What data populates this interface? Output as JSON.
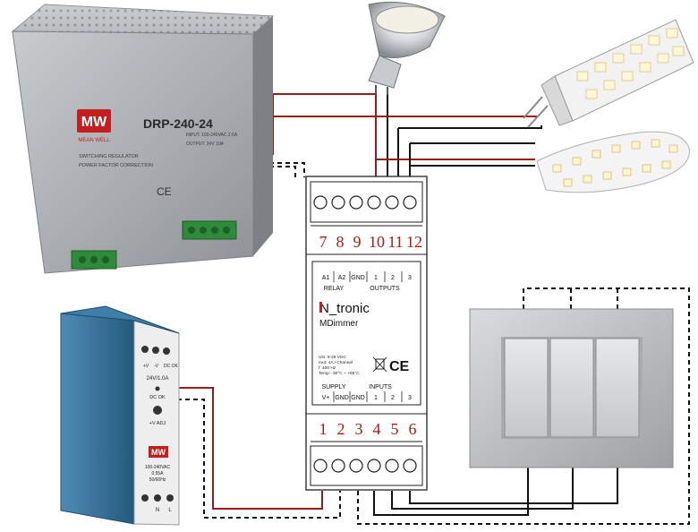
{
  "psu_large": {
    "brand": "MW",
    "brand_sub": "MEAN WELL",
    "model": "DRP-240-24",
    "line1": "SWITCHING REGULATOR",
    "line2": "POWER FACTOR CORRECTION",
    "input_label": "INPUT: 100-240VAC 2.5A",
    "output_label": "OUTPUT: 24V 10A"
  },
  "psu_small": {
    "labels": [
      "+V",
      "-V",
      "DC OK"
    ],
    "rating": "24V/1.0A",
    "dc_ok": "DC OK",
    "adj": "+V ADJ",
    "brand": "MW",
    "input": "100-240VAC",
    "current": "0.55A",
    "freq": "50/60Hz",
    "n_label": "N",
    "l_label": "L"
  },
  "module": {
    "top_terminals": [
      "7",
      "8",
      "9",
      "10",
      "11",
      "12"
    ],
    "bottom_terminals": [
      "1",
      "2",
      "3",
      "4",
      "5",
      "6"
    ],
    "top_labels": [
      "A1",
      "A2",
      "GND",
      "1",
      "2",
      "3"
    ],
    "relay_label": "RELAY",
    "outputs_label": "OUTPUTS",
    "brand": "N_tronic",
    "product": "MDimmer",
    "specs": [
      "Uin: 9-29 VDC",
      "Iout: 4A / Channel",
      "f:      400 Hz",
      "Temp: -30°C ~ +55°C"
    ],
    "ce": "CE",
    "supply_label": "SUPPLY",
    "inputs_label": "INPUTS",
    "bottom_labels": [
      "V+",
      "GND",
      "GND",
      "1",
      "2",
      "3"
    ]
  },
  "colors": {
    "wire_red": "#9b1b1b",
    "wire_black": "#111111",
    "psu_grey": "#a9adb1",
    "psu_blue": "#2f6f97",
    "switch_grey": "#b9bcbf"
  }
}
